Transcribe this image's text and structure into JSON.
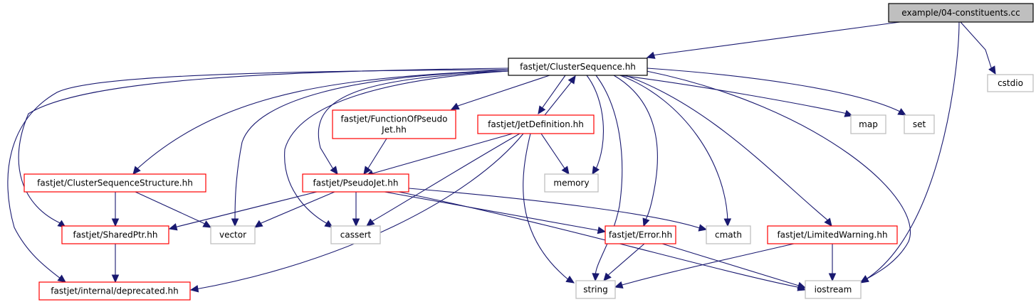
{
  "diagram": {
    "type": "include-dependency-graph",
    "colors": {
      "edge": "#191970",
      "root_fill": "#bfbfbf",
      "root_border": "#000000",
      "internal_border": "#ff0000",
      "external_border": "#bfbfbf",
      "linked_border": "#000000"
    },
    "nodes": [
      {
        "id": "root",
        "label": [
          "example/04-constituents.cc"
        ],
        "kind": "root"
      },
      {
        "id": "cs",
        "label": [
          "fastjet/ClusterSequence.hh"
        ],
        "kind": "linked"
      },
      {
        "id": "cstdio",
        "label": [
          "cstdio"
        ],
        "kind": "external"
      },
      {
        "id": "fopj",
        "label": [
          "fastjet/FunctionOfPseudo",
          "Jet.hh"
        ],
        "kind": "internal"
      },
      {
        "id": "jd",
        "label": [
          "fastjet/JetDefinition.hh"
        ],
        "kind": "internal"
      },
      {
        "id": "map",
        "label": [
          "map"
        ],
        "kind": "external"
      },
      {
        "id": "set",
        "label": [
          "set"
        ],
        "kind": "external"
      },
      {
        "id": "css",
        "label": [
          "fastjet/ClusterSequenceStructure.hh"
        ],
        "kind": "internal"
      },
      {
        "id": "pj",
        "label": [
          "fastjet/PseudoJet.hh"
        ],
        "kind": "internal"
      },
      {
        "id": "memory",
        "label": [
          "memory"
        ],
        "kind": "external"
      },
      {
        "id": "sp",
        "label": [
          "fastjet/SharedPtr.hh"
        ],
        "kind": "internal"
      },
      {
        "id": "vector",
        "label": [
          "vector"
        ],
        "kind": "external"
      },
      {
        "id": "cassert",
        "label": [
          "cassert"
        ],
        "kind": "external"
      },
      {
        "id": "err",
        "label": [
          "fastjet/Error.hh"
        ],
        "kind": "internal"
      },
      {
        "id": "cmath",
        "label": [
          "cmath"
        ],
        "kind": "external"
      },
      {
        "id": "lw",
        "label": [
          "fastjet/LimitedWarning.hh"
        ],
        "kind": "internal"
      },
      {
        "id": "dep",
        "label": [
          "fastjet/internal/deprecated.hh"
        ],
        "kind": "internal"
      },
      {
        "id": "string",
        "label": [
          "string"
        ],
        "kind": "external"
      },
      {
        "id": "iostream",
        "label": [
          "iostream"
        ],
        "kind": "external"
      }
    ],
    "edges": [
      {
        "from": "root",
        "to": "cs"
      },
      {
        "from": "root",
        "to": "cstdio"
      },
      {
        "from": "root",
        "to": "iostream"
      },
      {
        "from": "cs",
        "to": "fopj"
      },
      {
        "from": "cs",
        "to": "jd"
      },
      {
        "from": "cs",
        "to": "map"
      },
      {
        "from": "cs",
        "to": "set"
      },
      {
        "from": "cs",
        "to": "css"
      },
      {
        "from": "cs",
        "to": "pj"
      },
      {
        "from": "cs",
        "to": "memory"
      },
      {
        "from": "cs",
        "to": "sp"
      },
      {
        "from": "cs",
        "to": "vector"
      },
      {
        "from": "cs",
        "to": "cassert"
      },
      {
        "from": "cs",
        "to": "err"
      },
      {
        "from": "cs",
        "to": "cmath"
      },
      {
        "from": "cs",
        "to": "lw"
      },
      {
        "from": "cs",
        "to": "dep"
      },
      {
        "from": "cs",
        "to": "string"
      },
      {
        "from": "cs",
        "to": "iostream"
      },
      {
        "from": "jd",
        "to": "cs"
      },
      {
        "from": "jd",
        "to": "pj"
      },
      {
        "from": "jd",
        "to": "memory"
      },
      {
        "from": "jd",
        "to": "cassert"
      },
      {
        "from": "jd",
        "to": "dep"
      },
      {
        "from": "jd",
        "to": "string"
      },
      {
        "from": "fopj",
        "to": "pj"
      },
      {
        "from": "css",
        "to": "sp"
      },
      {
        "from": "css",
        "to": "vector"
      },
      {
        "from": "pj",
        "to": "sp"
      },
      {
        "from": "pj",
        "to": "vector"
      },
      {
        "from": "pj",
        "to": "cassert"
      },
      {
        "from": "pj",
        "to": "err"
      },
      {
        "from": "pj",
        "to": "cmath"
      },
      {
        "from": "pj",
        "to": "iostream"
      },
      {
        "from": "sp",
        "to": "dep"
      },
      {
        "from": "err",
        "to": "string"
      },
      {
        "from": "err",
        "to": "iostream"
      },
      {
        "from": "lw",
        "to": "string"
      },
      {
        "from": "lw",
        "to": "iostream"
      }
    ]
  }
}
